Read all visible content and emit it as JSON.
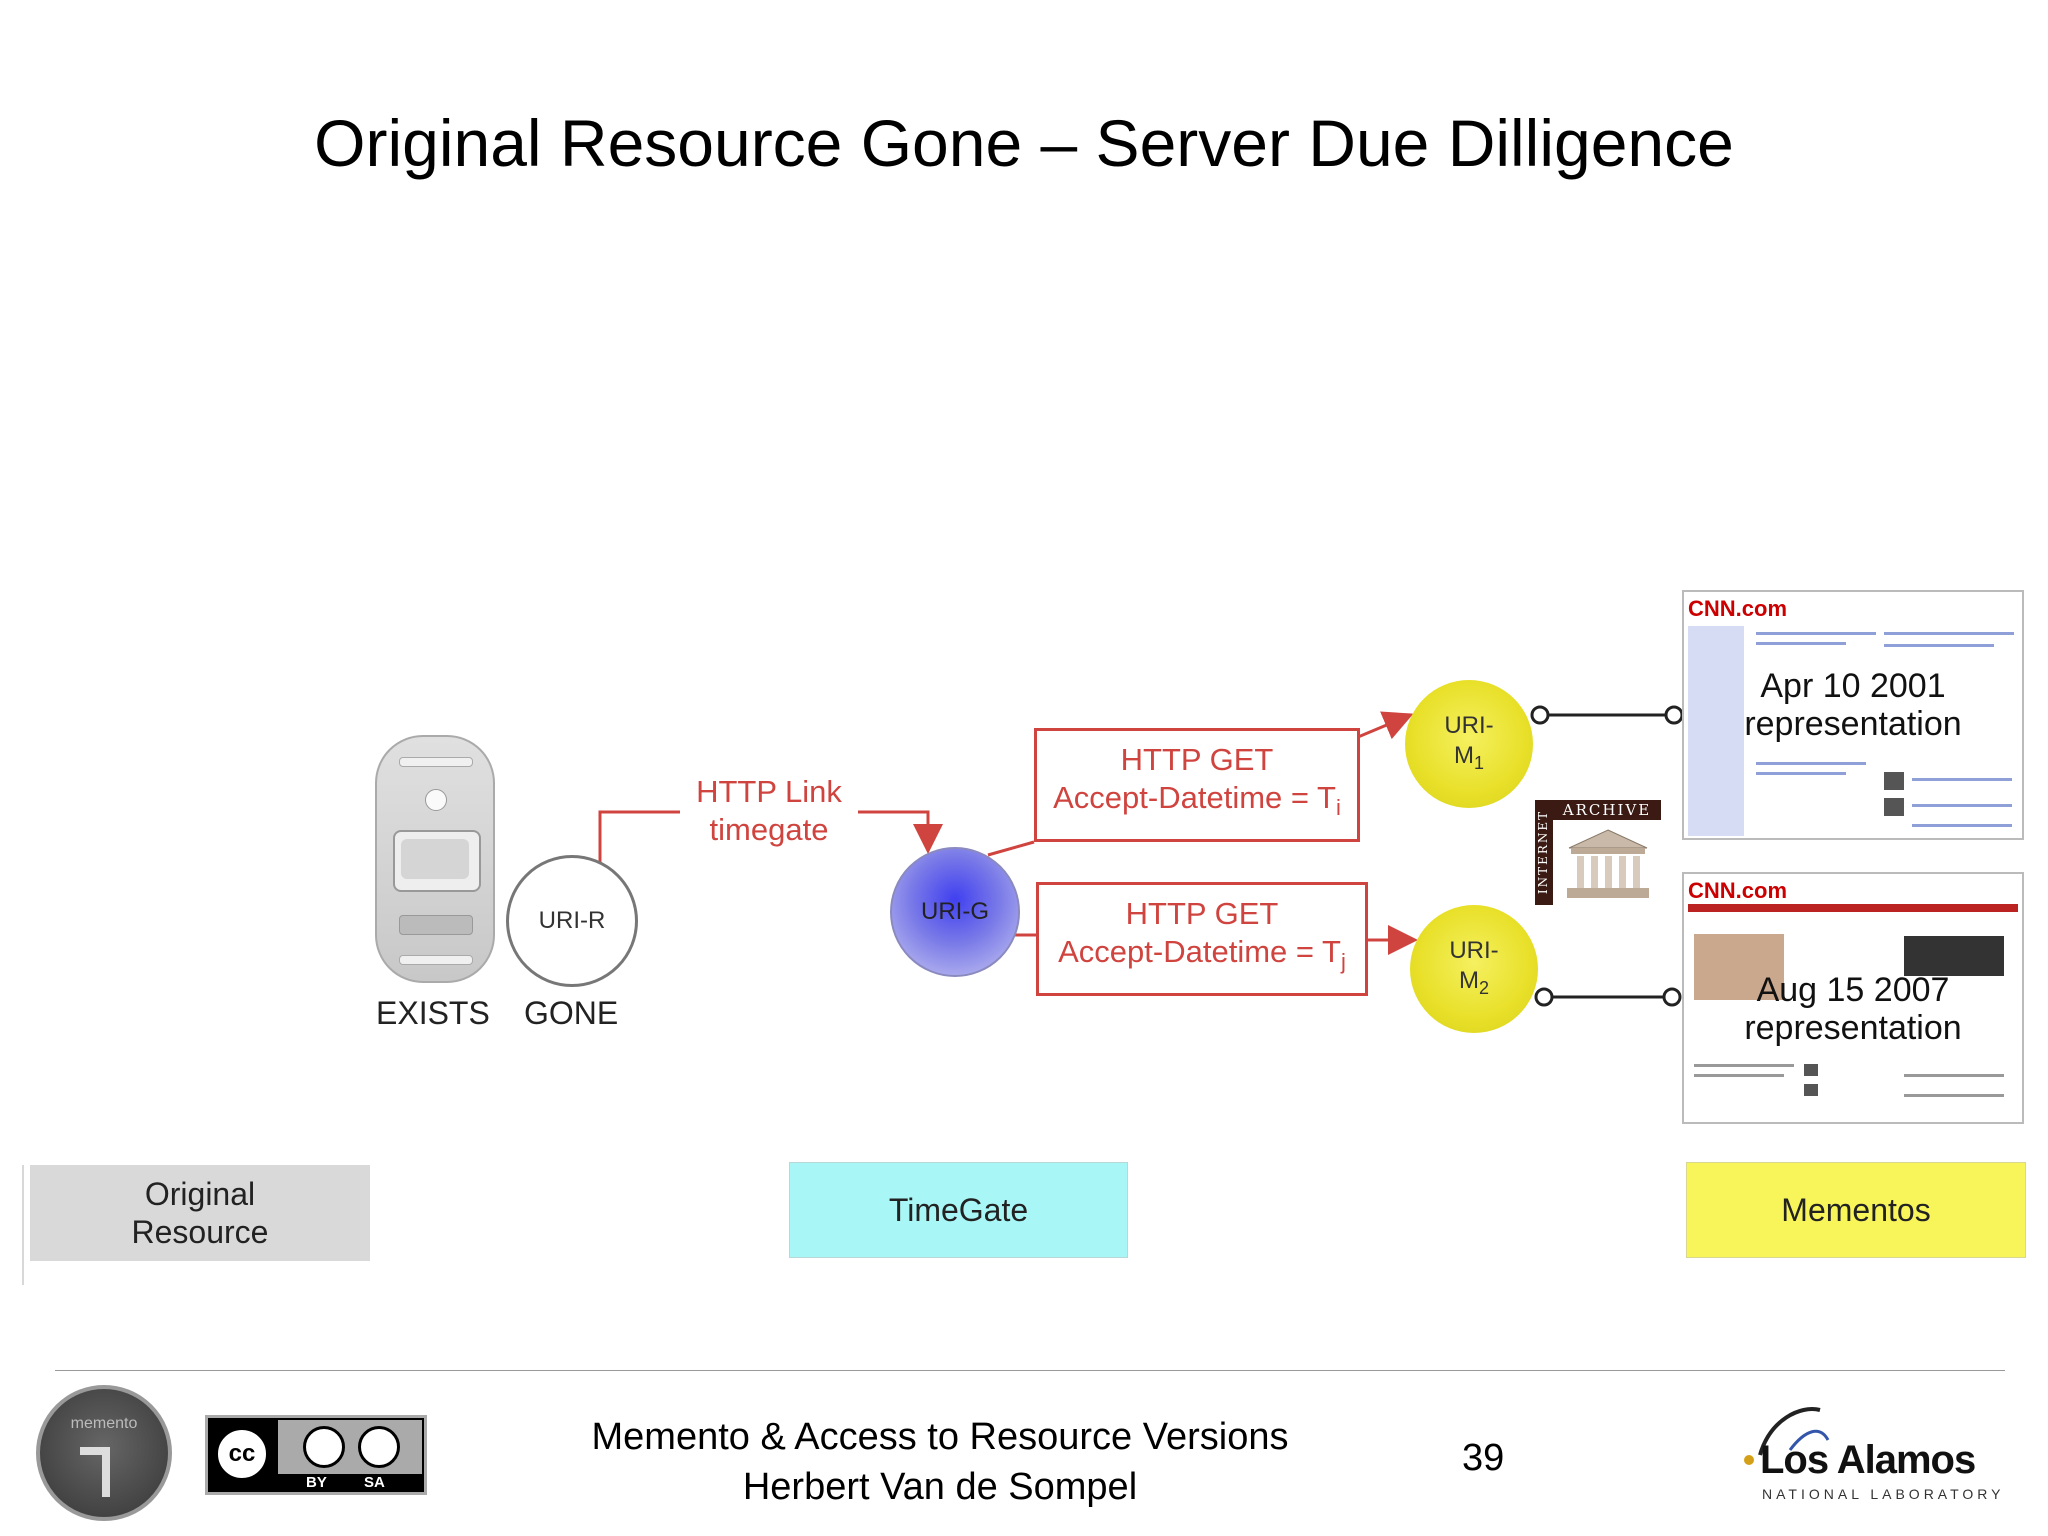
{
  "slide": {
    "title": "Original Resource Gone – Server Due Dilligence"
  },
  "diagram": {
    "http_link": [
      "HTTP Link",
      "timegate"
    ],
    "get_i": {
      "line1": "HTTP GET",
      "line2": "Accept-Datetime = T",
      "sub": "i"
    },
    "get_j": {
      "line1": "HTTP GET",
      "line2": "Accept-Datetime = T",
      "sub": "j"
    },
    "uri_r": "URI-R",
    "uri_g": "URI-G",
    "uri_m1": {
      "line1": "URI-",
      "line2": "M",
      "sub": "1"
    },
    "uri_m2": {
      "line1": "URI-",
      "line2": "M",
      "sub": "2"
    },
    "exists": "EXISTS",
    "gone": "GONE",
    "archive_label": "ARCHIVE",
    "internet_label": "INTERNET",
    "memento1": {
      "logo": "CNN.com",
      "date": "Apr 10 2001",
      "rep": "representation"
    },
    "memento2": {
      "logo": "CNN.com",
      "date": "Aug 15 2007",
      "rep": "representation"
    },
    "colors": {
      "arrow": "#d0443f",
      "timegate": "#a8f6f6",
      "mementos": "#f8f55a",
      "original": "#d9d9d9"
    }
  },
  "bands": {
    "original": [
      "Original",
      "Resource"
    ],
    "timegate": "TimeGate",
    "mementos": "Mementos"
  },
  "footer": {
    "line1": "Memento & Access to Resource Versions",
    "line2": "Herbert Van de Sompel",
    "page": "39",
    "memento_logo": "memento",
    "cc": {
      "by": "BY",
      "sa": "SA"
    },
    "lanl": {
      "name": "Los Alamos",
      "sub": "NATIONAL LABORATORY"
    }
  }
}
